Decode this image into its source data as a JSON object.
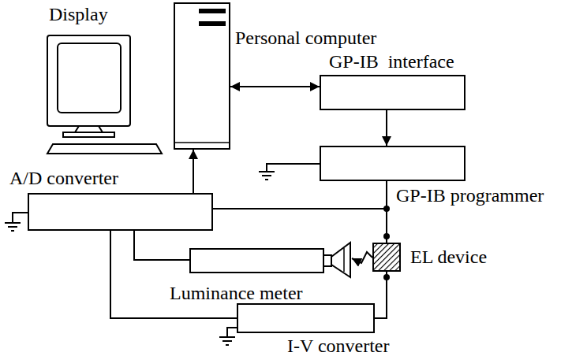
{
  "diagram": {
    "nodes": [
      {
        "text": [
          "Display"
        ]
      },
      {
        "text": [
          "Personal computer"
        ]
      },
      {
        "text": [
          "GP-IB  interface"
        ]
      },
      {
        "text": [
          "GP-IB programmer"
        ]
      },
      {
        "text": [
          "A/D converter"
        ]
      },
      {
        "text": [
          "Luminance meter"
        ]
      },
      {
        "text": [
          "EL device"
        ]
      },
      {
        "text": [
          "I-V converter"
        ]
      }
    ],
    "edges": [
      {
        "from": 1,
        "to": 2,
        "arrow": "both"
      },
      {
        "from": 2,
        "to": 3,
        "arrow": "to"
      },
      {
        "from": 4,
        "to": 1,
        "arrow": "to"
      },
      {
        "from": 3,
        "to": 6,
        "arrow": "none"
      },
      {
        "from": 4,
        "to": 6,
        "arrow": "none"
      },
      {
        "from": 6,
        "to": 5,
        "arrow": "to"
      },
      {
        "from": 6,
        "to": 7,
        "arrow": "none"
      },
      {
        "from": 4,
        "to": 5,
        "arrow": "none"
      },
      {
        "from": 4,
        "to": 7,
        "arrow": "none"
      }
    ]
  }
}
